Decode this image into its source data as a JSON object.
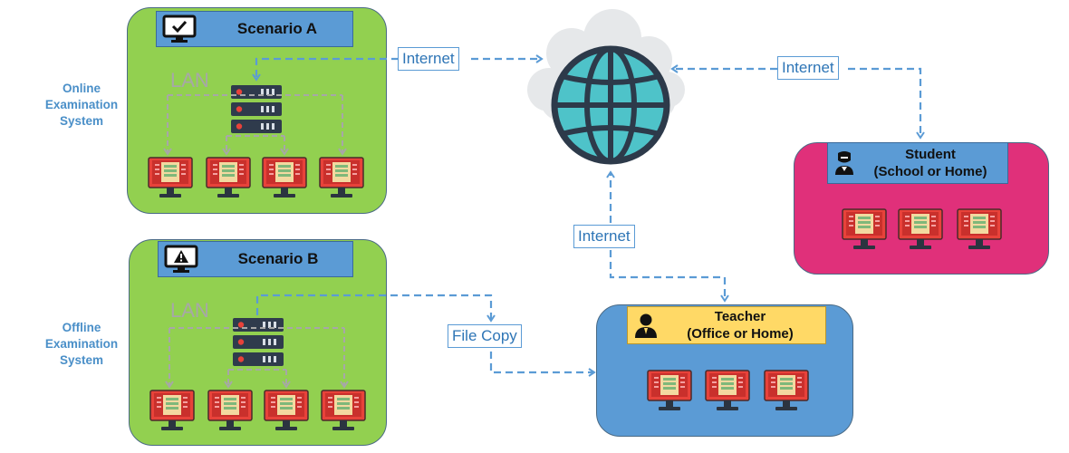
{
  "labels": {
    "online": "Online Examination System",
    "offline": "Offline Examination System"
  },
  "scenario_a": {
    "title": "Scenario A",
    "lan": "LAN"
  },
  "scenario_b": {
    "title": "Scenario B",
    "lan": "LAN"
  },
  "student": {
    "title_line1": "Student",
    "title_line2": "(School or Home)"
  },
  "teacher": {
    "title_line1": "Teacher",
    "title_line2": "(Office or Home)"
  },
  "connections": {
    "internet_a": "Internet",
    "internet_student": "Internet",
    "internet_teacher": "Internet",
    "file_copy": "File Copy"
  },
  "icons": {
    "scenario_a": "monitor-check-icon",
    "scenario_b": "monitor-warning-icon",
    "student": "student-avatar-icon",
    "teacher": "teacher-avatar-icon",
    "server": "server-icon",
    "computer": "exam-computer-icon",
    "internet": "globe-cloud-icon"
  },
  "colors": {
    "scenario_panels": "#92d050",
    "student_panel": "#e0307a",
    "teacher_panel": "#5b9bd5",
    "connectors": "#5b9bd5",
    "lan_lines": "#a7a7a7",
    "computer_screen": "#e8423a"
  }
}
